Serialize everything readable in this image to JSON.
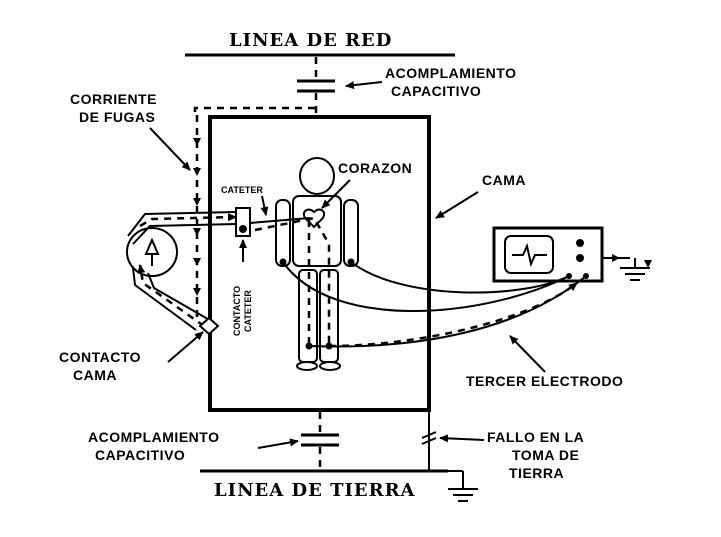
{
  "labels": {
    "linea_de_red": "LINEA DE RED",
    "acoplamiento_top_1": "ACOMPLAMIENTO",
    "acoplamiento_top_2": "CAPACITIVO",
    "corriente_1": "CORRIENTE",
    "corriente_2": "DE FUGAS",
    "corazon": "CORAZON",
    "cama": "CAMA",
    "cateter": "CATETER",
    "contacto_cateter_1": "CONTACTO",
    "contacto_cateter_2": "CATETER",
    "contacto_cama_1": "CONTACTO",
    "contacto_cama_2": "CAMA",
    "tercer_electrodo": "TERCER ELECTRODO",
    "acoplamiento_bottom_1": "ACOMPLAMIENTO",
    "acoplamiento_bottom_2": "CAPACITIVO",
    "fallo_1": "FALLO EN LA",
    "fallo_2": "TOMA DE",
    "fallo_3": "TIERRA",
    "linea_de_tierra": "LINEA DE TIERRA"
  }
}
